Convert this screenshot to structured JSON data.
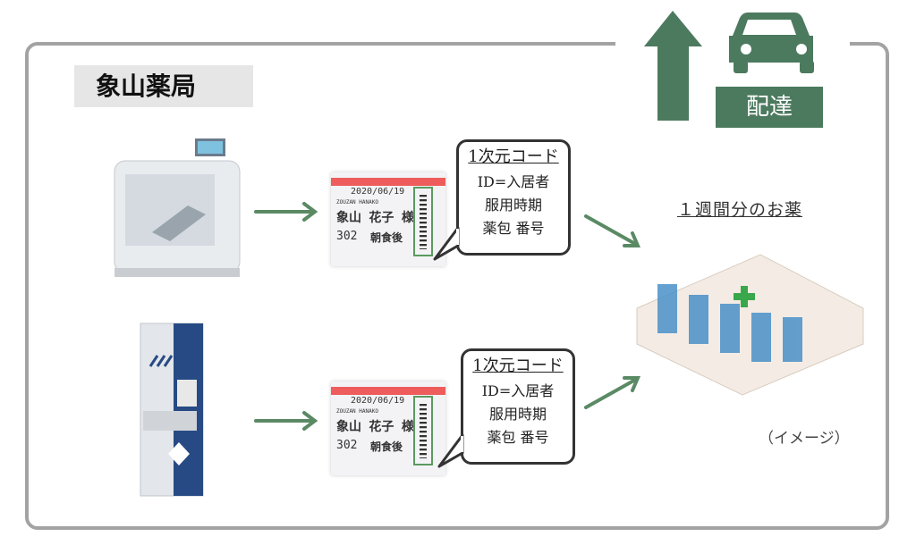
{
  "title": "象山薬局",
  "delivery": "配達",
  "labels": {
    "date": "2020/06/19",
    "name": "象山 花子 様",
    "room": "302",
    "sub": "ZOUZAN HANAKO",
    "type": "朝食後"
  },
  "bubble": {
    "heading": "1次元コード",
    "lines": [
      "ID=入居者",
      "服用時期",
      "薬包 番号"
    ]
  },
  "weekly": "１週間分のお薬",
  "image_note": "（イメージ）",
  "colors": {
    "accent": "#4c7a5e",
    "arrow": "#5a8a64",
    "frame": "#a3a3a3"
  }
}
